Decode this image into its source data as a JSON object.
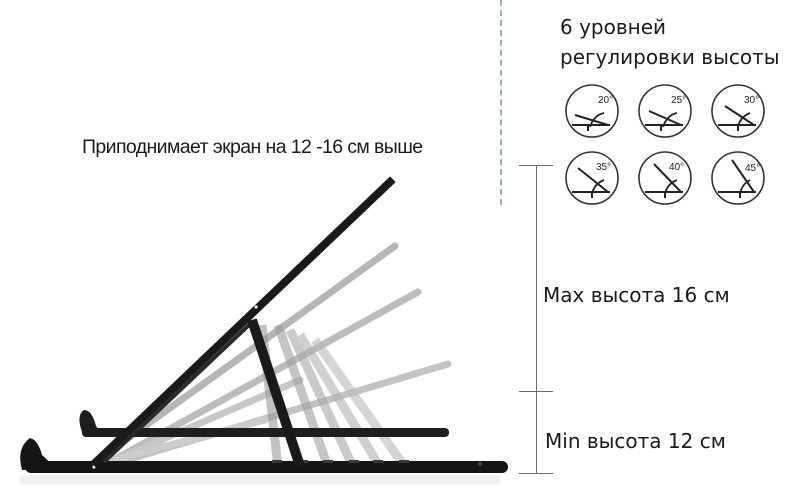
{
  "headline": "Приподнимает экран на 12 -16 см выше",
  "levels": {
    "title_line1": "6 уровней",
    "title_line2": "регулировки высоты",
    "angles": [
      "20°",
      "25°",
      "30°",
      "35°",
      "40°",
      "45°"
    ]
  },
  "dimensions": {
    "max_label": "Max высота 16 см",
    "min_label": "Min высота 12 см"
  },
  "colors": {
    "divider": "#8fb5ad",
    "stand_dark": "#1c1c1c",
    "stand_ghost": "#9a9a9a",
    "dim_line": "#6b6b6b"
  }
}
